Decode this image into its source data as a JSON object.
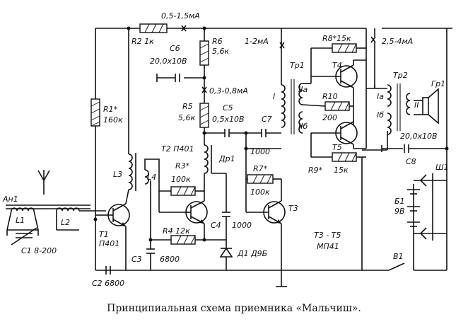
{
  "caption": "Принципиальная схема приемника «Мальчиш».",
  "labels": {
    "an1": "Ан1",
    "l1": "L1",
    "l2": "L2",
    "c1": "C1 8-200",
    "t1": "T1",
    "t1_type": "П401",
    "c2": "C2 6800",
    "r1": "R1*",
    "r1_val": "160к",
    "l3": "L3",
    "l4": "L4",
    "r2": "R2 1к",
    "i_supply": "0,5-1,5мА",
    "r6": "R6",
    "r6_val": "5,6к",
    "c6": "C6",
    "c6_val": "20,0x10В",
    "i_r5": "0,3-0,8мА",
    "r5": "R5",
    "r5_val": "5,6к",
    "t2": "T2 П401",
    "r3": "R3*",
    "r3_val": "100к",
    "r4": "R4 12к",
    "c3": "C3",
    "c3_val": "6800",
    "c4": "C4",
    "c4_val": "1000",
    "d1": "Д1 Д9Б",
    "c5": "C5",
    "c5_val": "0,5x10В",
    "c7": "C7",
    "c7_val": "1000",
    "dr1": "Др1",
    "r7": "R7*",
    "r7_val": "100к",
    "t3": "T3",
    "i_t3": "1-2мА",
    "tr1": "Тр1",
    "w1": "I",
    "w2a": "IIa",
    "w2b": "IIб",
    "r8": "R8*",
    "r8_val": "15к",
    "r10": "R10",
    "r10_val": "200",
    "r9": "R9*",
    "r9_val": "15к",
    "t4": "T4",
    "t5": "T5",
    "i_out": "2,5-4мА",
    "tr2": "Тр2",
    "tr2_ia": "Iа",
    "tr2_ib": "Iб",
    "tr2_ii": "II",
    "gr1": "Гр1",
    "c8_val": "20,0x10В",
    "c8": "C8",
    "sh1": "Ш1",
    "b1": "Б1",
    "b1_val": "9В",
    "v1": "В1",
    "t3t5": "T3 - T5",
    "mp41": "МП41"
  }
}
